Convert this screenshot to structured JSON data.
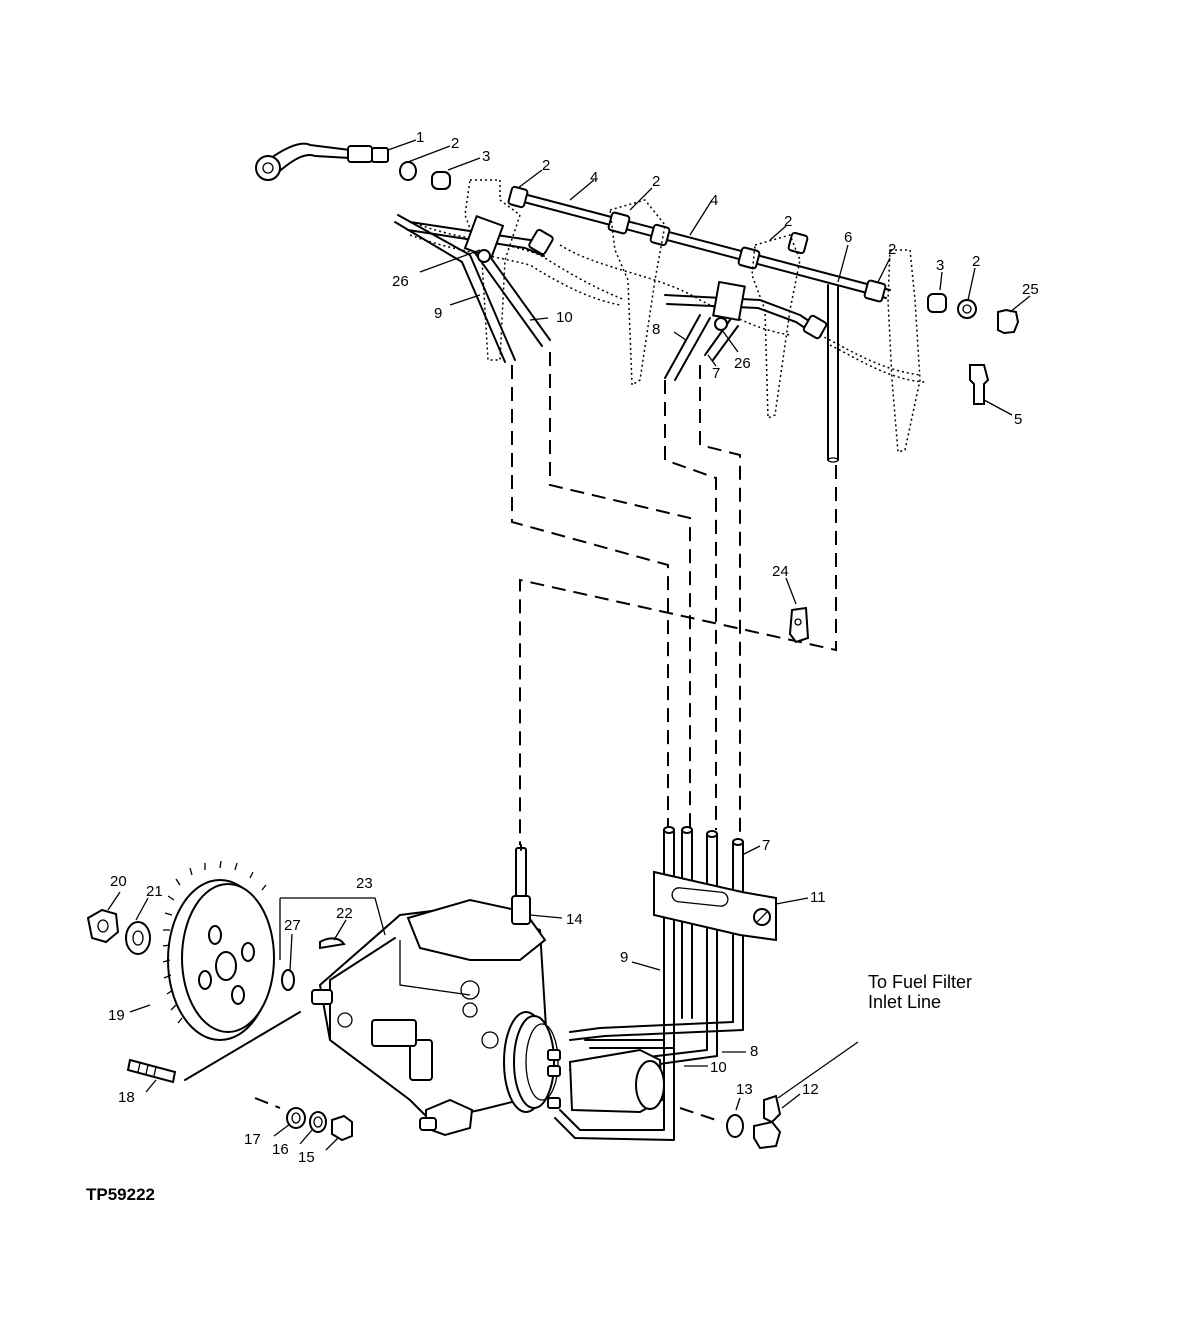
{
  "figure_id": "TP59222",
  "note": {
    "line1": "To Fuel Filter",
    "line2": "Inlet Line"
  },
  "callouts": [
    {
      "key": "c1",
      "text": "1"
    },
    {
      "key": "c2a",
      "text": "2"
    },
    {
      "key": "c3a",
      "text": "3"
    },
    {
      "key": "c2b",
      "text": "2"
    },
    {
      "key": "c4a",
      "text": "4"
    },
    {
      "key": "c2c",
      "text": "2"
    },
    {
      "key": "c4b",
      "text": "4"
    },
    {
      "key": "c2d",
      "text": "2"
    },
    {
      "key": "c6",
      "text": "6"
    },
    {
      "key": "c2e",
      "text": "2"
    },
    {
      "key": "c3b",
      "text": "3"
    },
    {
      "key": "c2f",
      "text": "2"
    },
    {
      "key": "c25",
      "text": "25"
    },
    {
      "key": "c26a",
      "text": "26"
    },
    {
      "key": "c9a",
      "text": "9"
    },
    {
      "key": "c10a",
      "text": "10"
    },
    {
      "key": "c8a",
      "text": "8"
    },
    {
      "key": "c7a",
      "text": "7"
    },
    {
      "key": "c26b",
      "text": "26"
    },
    {
      "key": "c5",
      "text": "5"
    },
    {
      "key": "c24",
      "text": "24"
    },
    {
      "key": "c7b",
      "text": "7"
    },
    {
      "key": "c11",
      "text": "11"
    },
    {
      "key": "c23",
      "text": "23"
    },
    {
      "key": "c20",
      "text": "20"
    },
    {
      "key": "c21",
      "text": "21"
    },
    {
      "key": "c27",
      "text": "27"
    },
    {
      "key": "c22",
      "text": "22"
    },
    {
      "key": "c14",
      "text": "14"
    },
    {
      "key": "c9b",
      "text": "9"
    },
    {
      "key": "c19",
      "text": "19"
    },
    {
      "key": "c8b",
      "text": "8"
    },
    {
      "key": "c10b",
      "text": "10"
    },
    {
      "key": "c18",
      "text": "18"
    },
    {
      "key": "c13",
      "text": "13"
    },
    {
      "key": "c12",
      "text": "12"
    },
    {
      "key": "c17",
      "text": "17"
    },
    {
      "key": "c16",
      "text": "16"
    },
    {
      "key": "c15",
      "text": "15"
    }
  ]
}
